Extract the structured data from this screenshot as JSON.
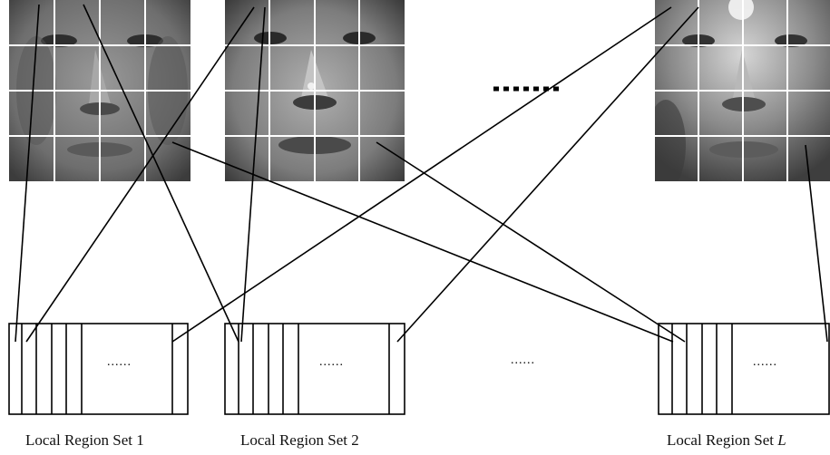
{
  "figure": {
    "faces": [
      {
        "id": "face-1",
        "label": "face image 1 divided into 4x4 grid"
      },
      {
        "id": "face-2",
        "label": "face image 2 divided into 4x4 grid"
      },
      {
        "id": "face-L",
        "label": "face image L divided into 4x4 grid"
      }
    ],
    "face_ellipsis": "......",
    "region_sets": [
      {
        "label": "Local Region Set 1",
        "ellipsis": "......"
      },
      {
        "label": "Local Region Set 2",
        "ellipsis": "......"
      },
      {
        "label": "Local Region Set ",
        "label_italic": "L",
        "ellipsis": "......"
      }
    ],
    "between_sets_ellipsis": "......",
    "colors": {
      "line": "#000000",
      "grid": "#ffffff",
      "face_dark": "#3a3a3a",
      "face_mid": "#8c8c8c",
      "face_light": "#c8c8c8"
    }
  }
}
